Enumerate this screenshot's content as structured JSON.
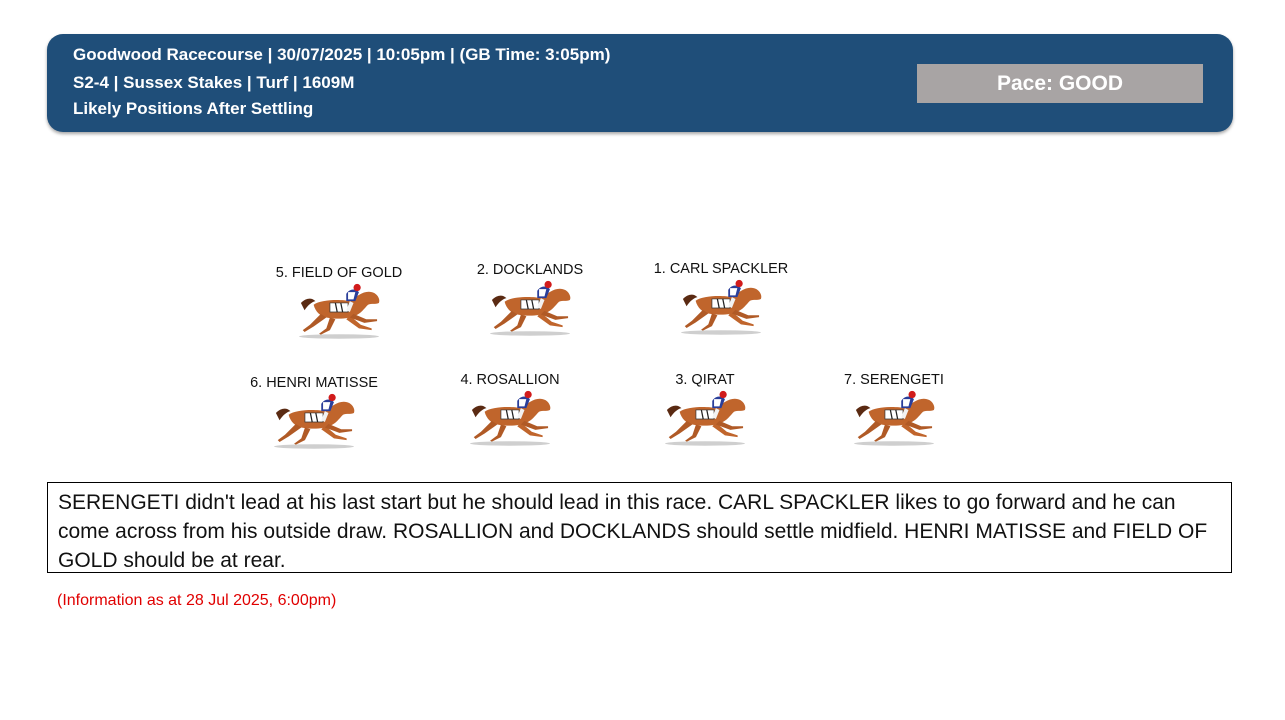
{
  "header": {
    "line1": "Goodwood Racecourse | 30/07/2025 | 10:05pm | (GB Time: 3:05pm)",
    "line2": "S2-4 | Sussex Stakes | Turf | 1609M",
    "line3": "Likely Positions After Settling",
    "pace_label": "Pace: GOOD",
    "colors": {
      "banner": "#1f4e79",
      "pace_box": "#a8a4a4"
    }
  },
  "runners": [
    {
      "label": "5. FIELD OF GOLD",
      "icon": "racehorse-jockey-icon"
    },
    {
      "label": "2. DOCKLANDS",
      "icon": "racehorse-jockey-icon"
    },
    {
      "label": "1. CARL SPACKLER",
      "icon": "racehorse-jockey-icon"
    },
    {
      "label": "6. HENRI MATISSE",
      "icon": "racehorse-jockey-icon"
    },
    {
      "label": "4. ROSALLION",
      "icon": "racehorse-jockey-icon"
    },
    {
      "label": "3. QIRAT",
      "icon": "racehorse-jockey-icon"
    },
    {
      "label": "7. SERENGETI",
      "icon": "racehorse-jockey-icon"
    }
  ],
  "comment": "SERENGETI didn't lead at his last start but he should lead in this race. CARL SPACKLER likes to go forward and he can come across from his outside draw. ROSALLION and DOCKLANDS should settle midfield. HENRI MATISSE and FIELD OF GOLD should be at rear.",
  "info": "(Information as at 28 Jul 2025, 6:00pm)"
}
